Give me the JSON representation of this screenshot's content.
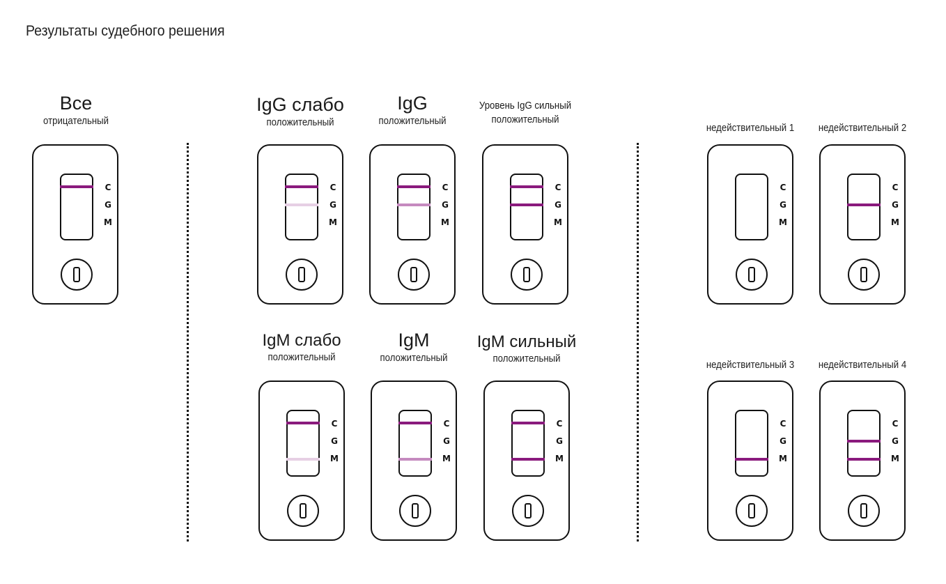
{
  "page": {
    "title": "Результаты судебного решения"
  },
  "colors": {
    "band_strong": "#8a1a7d",
    "band_medium": "#c58abf",
    "band_faint": "#e6cfe4"
  },
  "line_letters": [
    "C",
    "G",
    "M"
  ],
  "cassettes": [
    {
      "main": "Все",
      "sub": "отрицательный",
      "bands": [
        {
          "line": "C",
          "intensity": "strong"
        }
      ]
    },
    {
      "main": "IgG слабо",
      "sub": "положительный",
      "bands": [
        {
          "line": "C",
          "intensity": "strong"
        },
        {
          "line": "G",
          "intensity": "faint"
        }
      ]
    },
    {
      "main": "IgG",
      "sub": "положительный",
      "bands": [
        {
          "line": "C",
          "intensity": "strong"
        },
        {
          "line": "G",
          "intensity": "medium"
        }
      ]
    },
    {
      "main": "Уровень IgG сильный",
      "sub": "положительный",
      "bands": [
        {
          "line": "C",
          "intensity": "strong"
        },
        {
          "line": "G",
          "intensity": "strong"
        }
      ]
    },
    {
      "main": "IgM слабо",
      "sub": "положительный",
      "bands": [
        {
          "line": "C",
          "intensity": "strong"
        },
        {
          "line": "M",
          "intensity": "faint"
        }
      ]
    },
    {
      "main": "IgM",
      "sub": "положительный",
      "bands": [
        {
          "line": "C",
          "intensity": "strong"
        },
        {
          "line": "M",
          "intensity": "medium"
        }
      ]
    },
    {
      "main": "IgM сильный",
      "sub": "положительный",
      "bands": [
        {
          "line": "C",
          "intensity": "strong"
        },
        {
          "line": "M",
          "intensity": "strong"
        }
      ]
    },
    {
      "main": "",
      "sub": "недействительный 1",
      "bands": []
    },
    {
      "main": "",
      "sub": "недействительный 2",
      "bands": [
        {
          "line": "G",
          "intensity": "strong"
        }
      ]
    },
    {
      "main": "",
      "sub": "недействительный 3",
      "bands": [
        {
          "line": "M",
          "intensity": "strong"
        }
      ]
    },
    {
      "main": "",
      "sub": "недействительный 4",
      "bands": [
        {
          "line": "G",
          "intensity": "strong"
        },
        {
          "line": "M",
          "intensity": "strong"
        }
      ]
    }
  ]
}
